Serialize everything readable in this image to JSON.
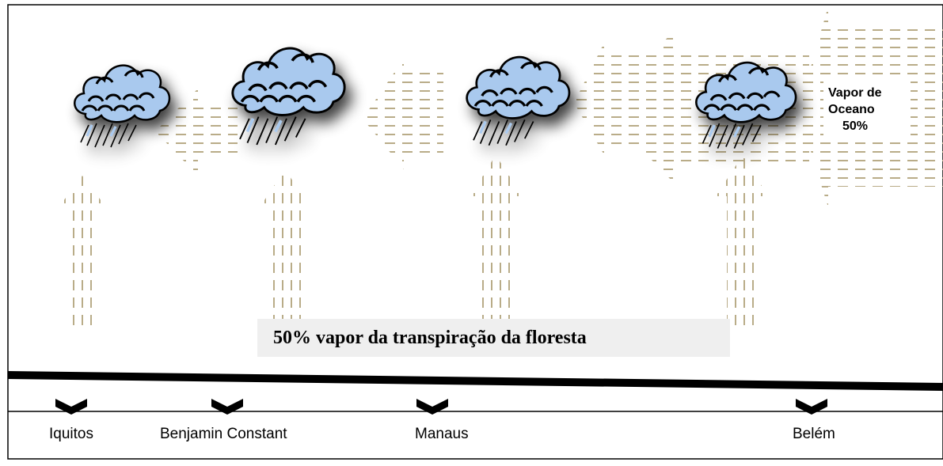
{
  "diagram": {
    "ocean_vapor": {
      "line1": "Vapor de",
      "line2": "Oceano",
      "line3": "50%"
    },
    "forest_vapor_label": "50% vapor da transpiração da floresta",
    "cities": [
      {
        "name": "Iquitos"
      },
      {
        "name": "Benjamin Constant"
      },
      {
        "name": "Manaus"
      },
      {
        "name": "Belém"
      }
    ],
    "icons": [
      "rain-cloud-icon",
      "chevron-down-icon"
    ],
    "colors": {
      "cloud": "#a9c9ee",
      "cloud_outline": "#000000",
      "vapor_dash": "#b9ac88",
      "river": "#000000",
      "label_box": "#efefef"
    }
  }
}
